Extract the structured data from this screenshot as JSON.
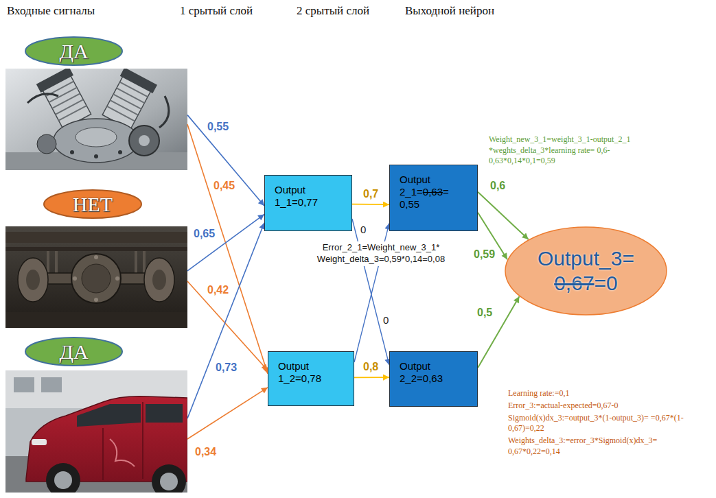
{
  "diagram": {
    "nodes": [
      {
        "text": [
          "ДА"
        ]
      },
      {
        "text": [
          "НЕТ"
        ]
      },
      {
        "text": [
          "ДА"
        ]
      },
      {
        "text": [
          "Output 1_1=0,77"
        ]
      },
      {
        "text": [
          "Output 1_2=0,78"
        ]
      },
      {
        "text": [
          "Output 2_1=0,63= 0,55"
        ]
      },
      {
        "text": [
          "Output 2_2=0,63"
        ]
      },
      {
        "text": [
          "Output_3= 0,67=0"
        ]
      }
    ],
    "edges": [
      {
        "from": 0,
        "to": 3,
        "arrow": "to",
        "label": "0,55"
      },
      {
        "from": 0,
        "to": 4,
        "arrow": "to",
        "label": "0,45"
      },
      {
        "from": 1,
        "to": 3,
        "arrow": "to",
        "label": "0,65"
      },
      {
        "from": 1,
        "to": 4,
        "arrow": "to",
        "label": "0,42"
      },
      {
        "from": 2,
        "to": 3,
        "arrow": "to",
        "label": "0,73"
      },
      {
        "from": 2,
        "to": 4,
        "arrow": "to",
        "label": "0,34"
      },
      {
        "from": 3,
        "to": 5,
        "arrow": "to",
        "label": "0,7"
      },
      {
        "from": 3,
        "to": 6,
        "arrow": "to",
        "label": "0"
      },
      {
        "from": 4,
        "to": 5,
        "arrow": "to",
        "label": "0"
      },
      {
        "from": 4,
        "to": 6,
        "arrow": "to",
        "label": "0,8"
      },
      {
        "from": 5,
        "to": 7,
        "arrow": "to",
        "label": "0,6"
      },
      {
        "from": 5,
        "to": 7,
        "arrow": "to",
        "label": "0,59"
      },
      {
        "from": 6,
        "to": 7,
        "arrow": "to",
        "label": "0,5"
      }
    ],
    "labels": [
      "Входные сигналы",
      "1 срытый слой",
      "2 срытый слой",
      "Выходной нейрон",
      "Weight_new_3_1=weight_3_1-output_2_1 *weghts_delta_3*learning rate= 0,6-0,63*0,14*0,1=0,59",
      "Error_2_1=Weight_new_3_1* Weight_delta_3=0,59*0,14=0,08",
      "Learning rate:=0,1",
      "Error_3:=actual-expected=0,67-0",
      "Sigmoid(x)dx_3:=output_3*(1-output_3)= =0,67*(1-0,67)=0,22",
      "Weights_delta_3:=error_3*Sigmoid(x)dx_3= 0,67*0,22=0,14"
    ]
  }
}
